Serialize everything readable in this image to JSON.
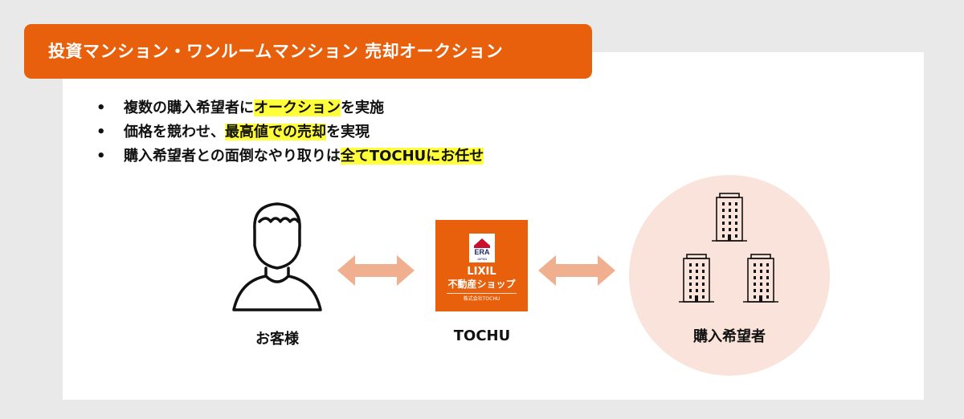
{
  "title": "投資マンション・ワンルームマンション 売却オークション",
  "bullets": [
    {
      "pre": "複数の購入希望者に",
      "hl": "オークション",
      "post": "を実施"
    },
    {
      "pre": "価格を競わせ、",
      "hl": "最高値での売却",
      "post": "を実現"
    },
    {
      "pre": "購入希望者との面倒なやり取りは",
      "hl": "全てTOCHUにお任せ",
      "post": ""
    }
  ],
  "bullet_char": "•",
  "nodes": {
    "customer": "お客様",
    "agent": "TOCHU",
    "buyers": "購入希望者"
  },
  "logo": {
    "era": "ERA",
    "japan": "JAPAN",
    "line1": "LIXIL",
    "line2": "不動産ショップ",
    "company": "株式会社TOCHU"
  },
  "colors": {
    "accent": "#e8600c",
    "arrow": "#f0b08f",
    "circle": "#f9e3da",
    "highlight": "#ffff3a"
  }
}
